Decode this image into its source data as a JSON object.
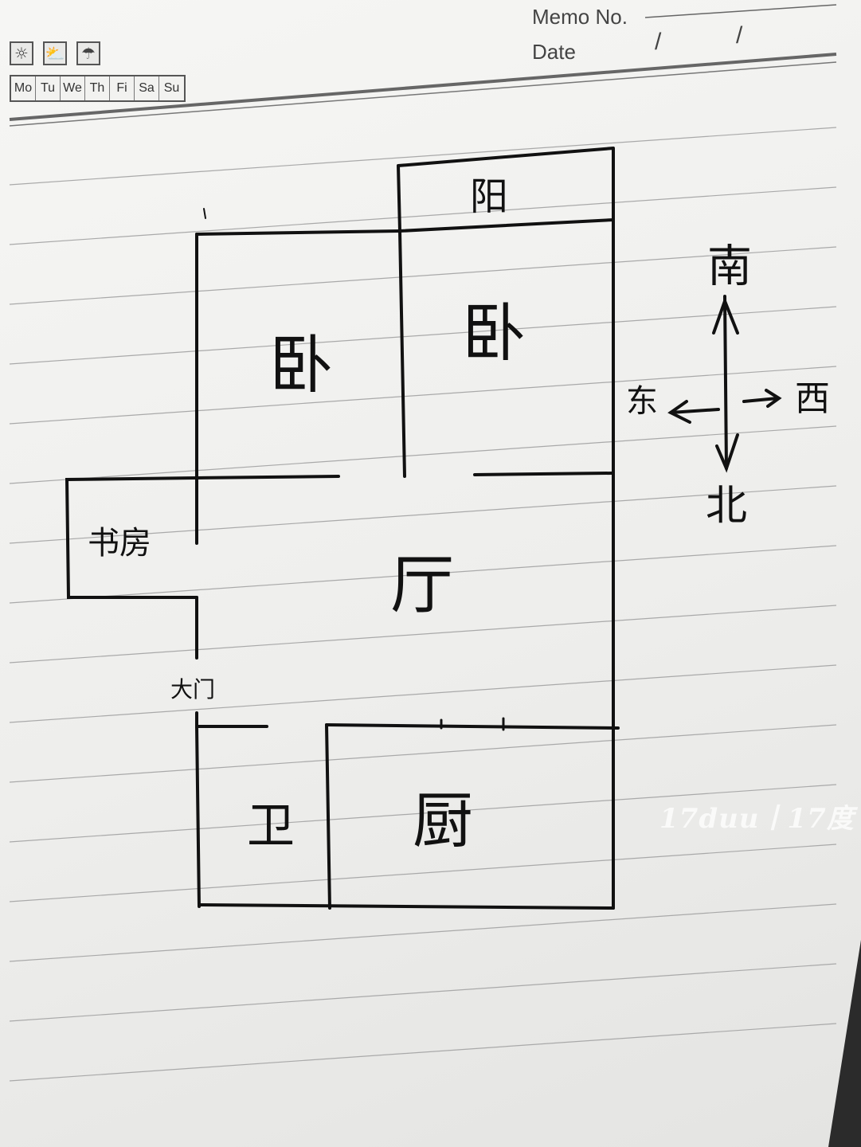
{
  "notebook": {
    "memo_label": "Memo No.",
    "date_label": "Date",
    "date_slash_1": "/",
    "date_slash_2": "/",
    "weather_icons": [
      "sun-icon",
      "partly-cloudy-icon",
      "umbrella-icon"
    ],
    "days": [
      "Mo",
      "Tu",
      "We",
      "Th",
      "Fi",
      "Sa",
      "Su"
    ]
  },
  "floorplan": {
    "balcony": "阳",
    "bedroom_left": "卧",
    "bedroom_right": "卧",
    "study": "书房",
    "living": "厅",
    "entrance": "大门",
    "bathroom": "卫",
    "kitchen": "厨"
  },
  "compass": {
    "south": "南",
    "north": "北",
    "east": "东",
    "west": "西"
  },
  "watermark": "17duu丨17度"
}
